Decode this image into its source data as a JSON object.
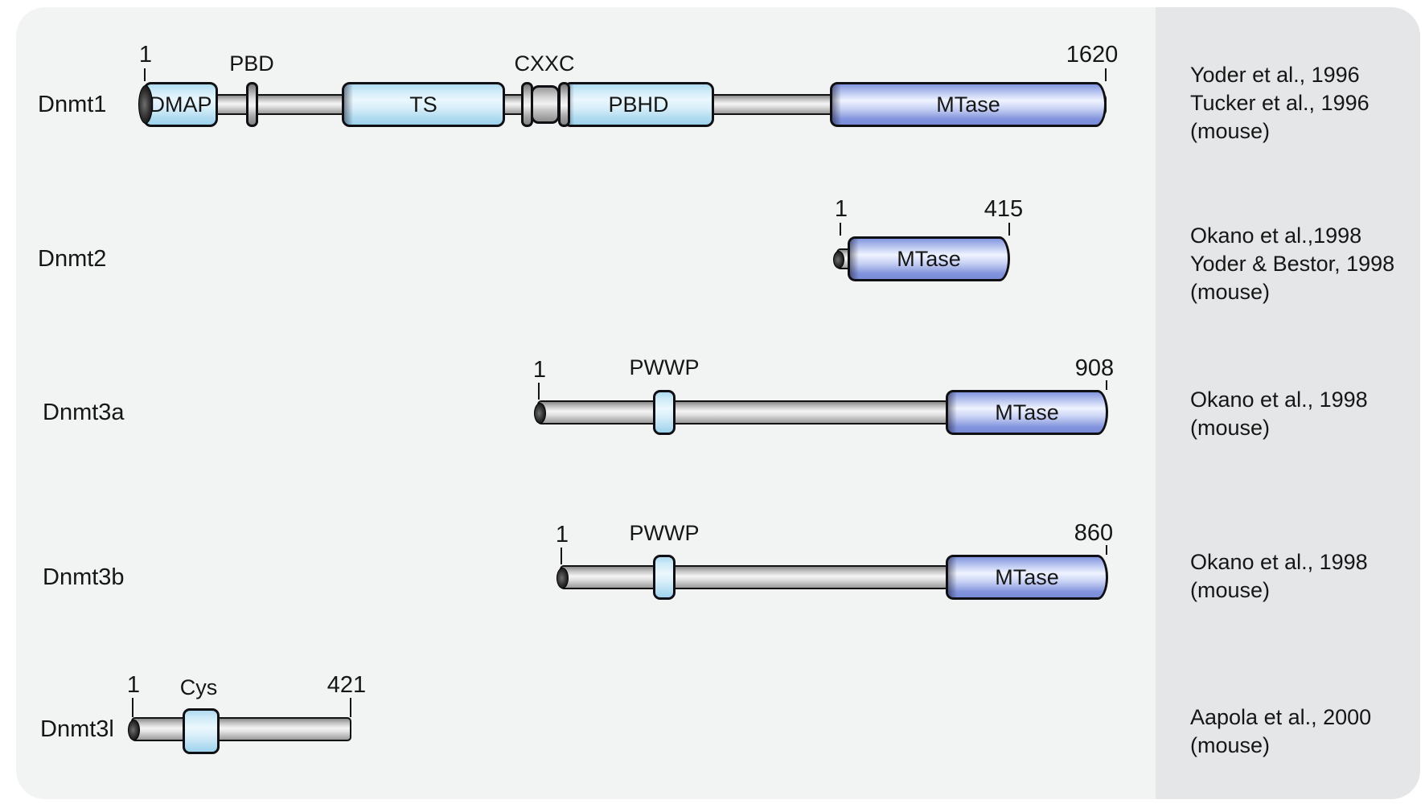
{
  "figure": {
    "description": "Domain architecture of mouse DNA methyltransferases",
    "palette": {
      "background": "#f2f3f3",
      "reference_panel": "#e4e6e7",
      "domain_light_blue": "#cdeaf7",
      "domain_purple_blue": "#8ea0e4",
      "linker_gray": "#d9d9d9",
      "outline": "#101014"
    }
  },
  "proteins": [
    {
      "name": "Dnmt1",
      "start": "1",
      "end": "1620",
      "domains": {
        "dmap": "DMAP",
        "pbd": "PBD",
        "ts": "TS",
        "cxxc": "CXXC",
        "pbhd": "PBHD",
        "mtase": "MTase"
      },
      "citation": [
        "Yoder et al., 1996",
        "Tucker et al., 1996",
        "(mouse)"
      ]
    },
    {
      "name": "Dnmt2",
      "start": "1",
      "end": "415",
      "domains": {
        "mtase": "MTase"
      },
      "citation": [
        "Okano et al.,1998",
        "Yoder & Bestor, 1998",
        "(mouse)"
      ]
    },
    {
      "name": "Dnmt3a",
      "start": "1",
      "end": "908",
      "domains": {
        "pwwp": "PWWP",
        "mtase": "MTase"
      },
      "citation": [
        "Okano et al., 1998",
        "(mouse)"
      ]
    },
    {
      "name": "Dnmt3b",
      "start": "1",
      "end": "860",
      "domains": {
        "pwwp": "PWWP",
        "mtase": "MTase"
      },
      "citation": [
        "Okano et al., 1998",
        "(mouse)"
      ]
    },
    {
      "name": "Dnmt3l",
      "start": "1",
      "end": "421",
      "domains": {
        "cys": "Cys"
      },
      "citation": [
        "Aapola et al., 2000",
        "(mouse)"
      ]
    }
  ]
}
